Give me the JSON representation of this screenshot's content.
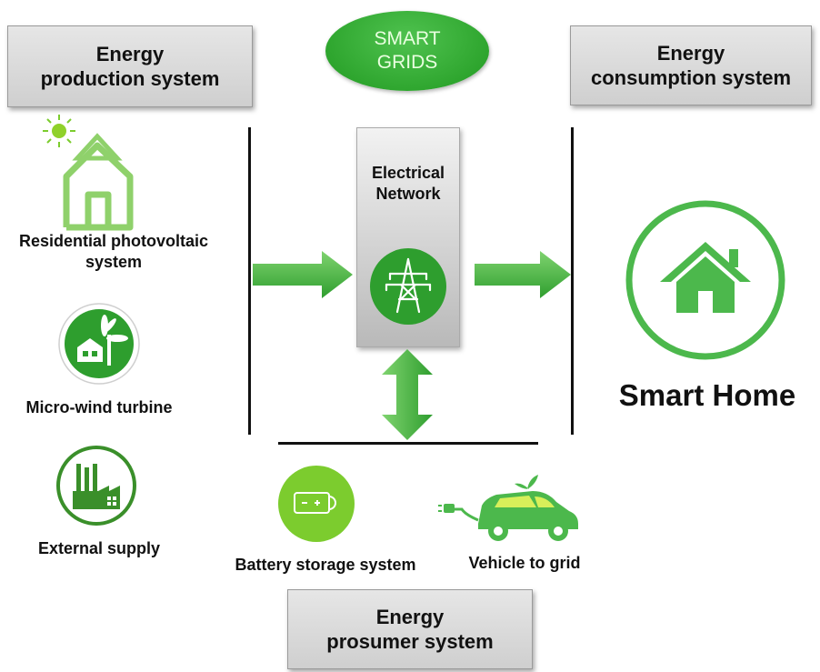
{
  "header": {
    "production_line1": "Energy",
    "production_line2": "production system",
    "consumption_line1": "Energy",
    "consumption_line2": "consumption system",
    "smart_grids_line1": "SMART",
    "smart_grids_line2": "GRIDS"
  },
  "network": {
    "line1": "Electrical",
    "line2": "Network",
    "icon": "transmission-tower-icon"
  },
  "production": {
    "items": [
      {
        "line1": "Residential photovoltaic",
        "line2": "system",
        "icon": "solar-house-icon"
      },
      {
        "line1": "Micro-wind turbine",
        "icon": "wind-turbine-icon"
      },
      {
        "line1": "External supply",
        "icon": "factory-icon"
      }
    ]
  },
  "consumption": {
    "label": "Smart Home",
    "icon": "home-icon"
  },
  "prosumer": {
    "box_line1": "Energy",
    "box_line2": "prosumer system",
    "items": [
      {
        "label": "Battery storage system",
        "icon": "battery-icon"
      },
      {
        "label": "Vehicle to grid",
        "icon": "electric-car-icon"
      }
    ]
  },
  "colors": {
    "green_dark": "#2e9e2e",
    "green_mid": "#4cb84c",
    "green_light": "#8fd16b",
    "box_gray": "#d6d6d6"
  }
}
